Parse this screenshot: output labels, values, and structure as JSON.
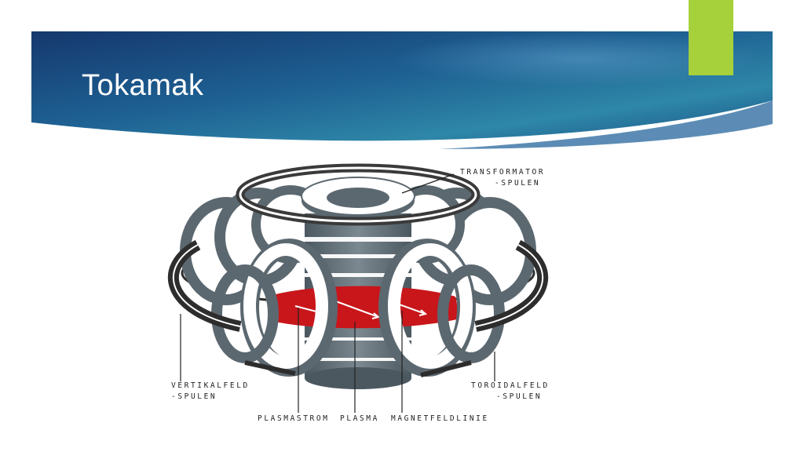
{
  "slide": {
    "title": "Tokamak",
    "colors": {
      "banner_dark": "#15386e",
      "banner_light": "#2e87a8",
      "accent": "#a6d13b",
      "coil_face": "#ffffff",
      "coil_side": "#5c6870",
      "plasma": "#c8161b"
    }
  },
  "diagram": {
    "labels": {
      "transformer_line1": "TRANSFORMATOR",
      "transformer_line2": "-SPULEN",
      "vertical_line1": "VERTIKALFELD",
      "vertical_line2": "-SPULEN",
      "toroidal_line1": "TOROIDALFELD",
      "toroidal_line2": "-SPULEN",
      "plasma_current": "PLASMASTROM",
      "plasma": "PLASMA",
      "field_line": "MAGNETFELDLINIE"
    }
  }
}
